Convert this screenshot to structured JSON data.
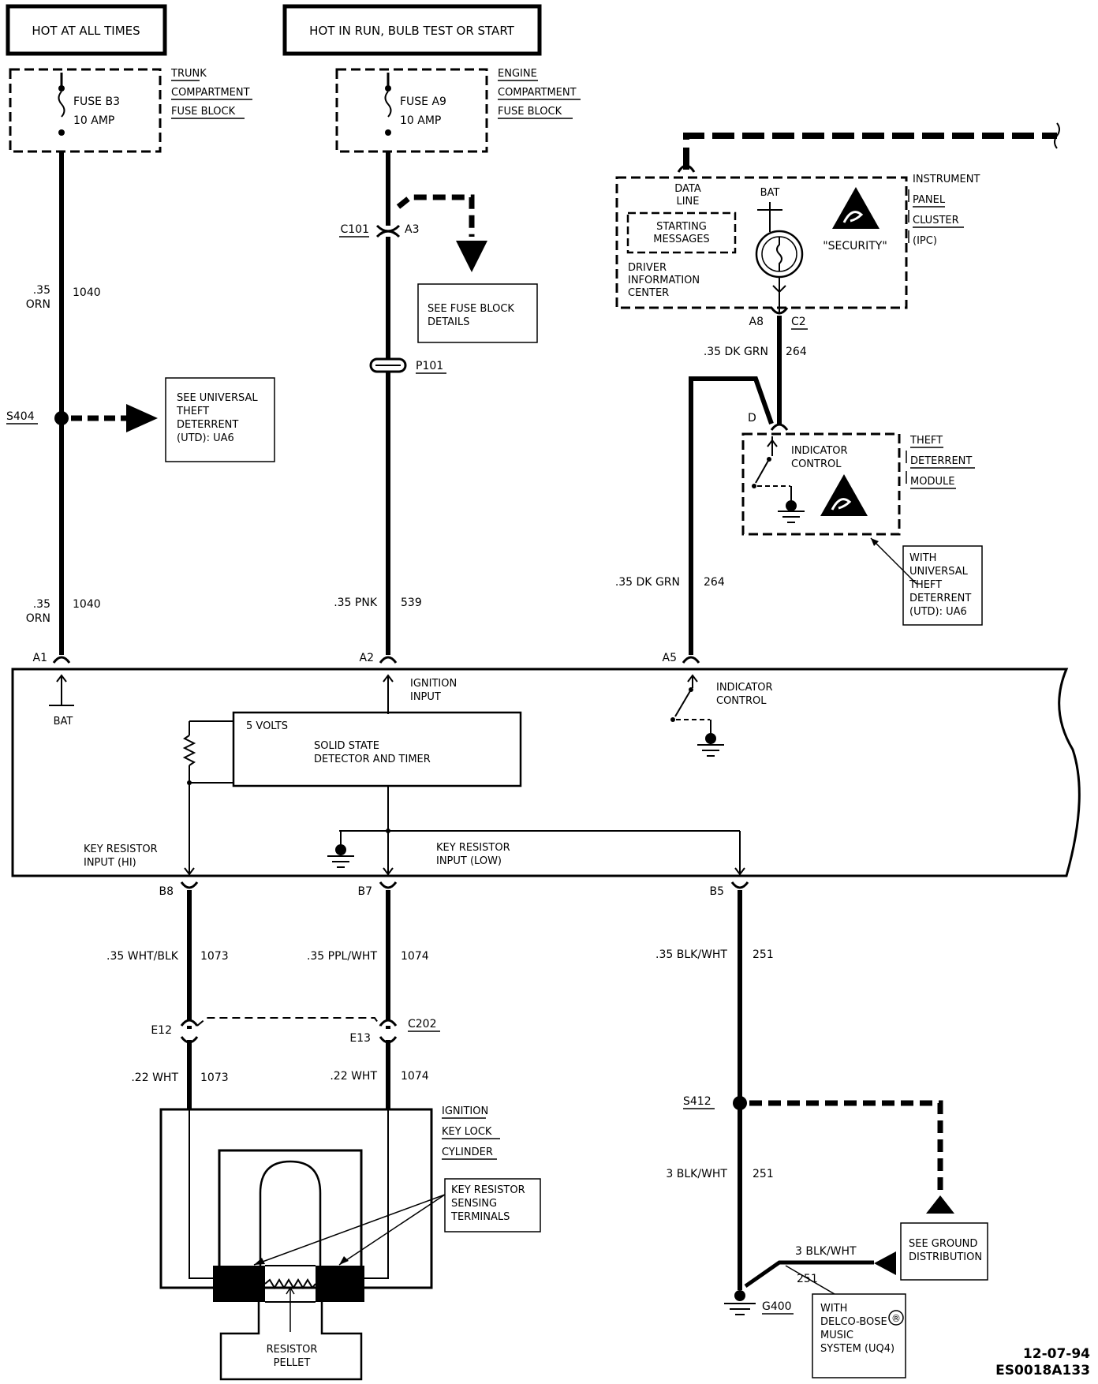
{
  "power": {
    "hot_at_all_times": "HOT AT ALL TIMES",
    "hot_in_run": "HOT IN RUN, BULB TEST OR START"
  },
  "fuse_b3": {
    "name": "FUSE B3",
    "rating": "10 AMP",
    "block_lines": [
      "TRUNK",
      "COMPARTMENT",
      "FUSE BLOCK"
    ]
  },
  "fuse_a9": {
    "name": "FUSE A9",
    "rating": "10 AMP",
    "block_lines": [
      "ENGINE",
      "COMPARTMENT",
      "FUSE BLOCK"
    ]
  },
  "wires": {
    "w1040_gauge": ".35",
    "w1040_color": "ORN",
    "w1040_circuit": "1040",
    "w539_spec": ".35 PNK",
    "w539_circuit": "539",
    "w264_spec": ".35 DK GRN",
    "w264_circuit": "264",
    "w1073_spec": ".35 WHT/BLK",
    "w1073_circuit": "1073",
    "w1074_spec": ".35 PPL/WHT",
    "w1074_circuit": "1074",
    "w1073b_spec": ".22 WHT",
    "w1074b_spec": ".22 WHT",
    "w251_spec": ".35 BLK/WHT",
    "w251_circuit": "251",
    "w251b_spec": "3 BLK/WHT",
    "w251c_spec": "3 BLK/WHT"
  },
  "connectors": {
    "c101": "C101",
    "a3": "A3",
    "p101": "P101",
    "s404": "S404",
    "a1": "A1",
    "a2": "A2",
    "a5": "A5",
    "a8": "A8",
    "c2": "C2",
    "d": "D",
    "b8": "B8",
    "b7": "B7",
    "b5": "B5",
    "e12": "E12",
    "e13": "E13",
    "c202": "C202",
    "s412": "S412",
    "g400": "G400"
  },
  "refs": {
    "fuse_block_details": [
      "SEE FUSE BLOCK",
      "DETAILS"
    ],
    "utd": [
      "SEE UNIVERSAL",
      "THEFT",
      "DETERRENT",
      "(UTD): UA6"
    ],
    "with_utd": [
      "WITH",
      "UNIVERSAL",
      "THEFT",
      "DETERRENT",
      "(UTD): UA6"
    ],
    "ground_dist": [
      "SEE GROUND",
      "DISTRIBUTION"
    ],
    "with_delco": [
      "WITH",
      "DELCO-BOSE",
      "MUSIC",
      "SYSTEM (UQ4)"
    ],
    "registered": "®"
  },
  "ipc": {
    "data_line": [
      "DATA",
      "LINE"
    ],
    "starting_messages": [
      "STARTING",
      "MESSAGES"
    ],
    "dic": [
      "DRIVER",
      "INFORMATION",
      "CENTER"
    ],
    "bat": "BAT",
    "security": "\"SECURITY\"",
    "name_lines": [
      "INSTRUMENT",
      "PANEL",
      "CLUSTER",
      "(IPC)"
    ]
  },
  "tdm": {
    "indicator": [
      "INDICATOR",
      "CONTROL"
    ],
    "name_lines": [
      "THEFT",
      "DETERRENT",
      "MODULE"
    ]
  },
  "module": {
    "bat": "BAT",
    "ignition": [
      "IGNITION",
      "INPUT"
    ],
    "indicator": [
      "INDICATOR",
      "CONTROL"
    ],
    "five_volts": "5 VOLTS",
    "detector": [
      "SOLID STATE",
      "DETECTOR AND TIMER"
    ],
    "key_hi": [
      "KEY RESISTOR",
      "INPUT (HI)"
    ],
    "key_low": [
      "KEY RESISTOR",
      "INPUT (LOW)"
    ]
  },
  "cylinder": {
    "name_lines": [
      "IGNITION",
      "KEY LOCK",
      "CYLINDER"
    ],
    "sensing": [
      "KEY RESISTOR",
      "SENSING",
      "TERMINALS"
    ],
    "pellet": [
      "RESISTOR",
      "PELLET"
    ]
  },
  "footer": {
    "date": "12-07-94",
    "code": "ES0018A133"
  }
}
